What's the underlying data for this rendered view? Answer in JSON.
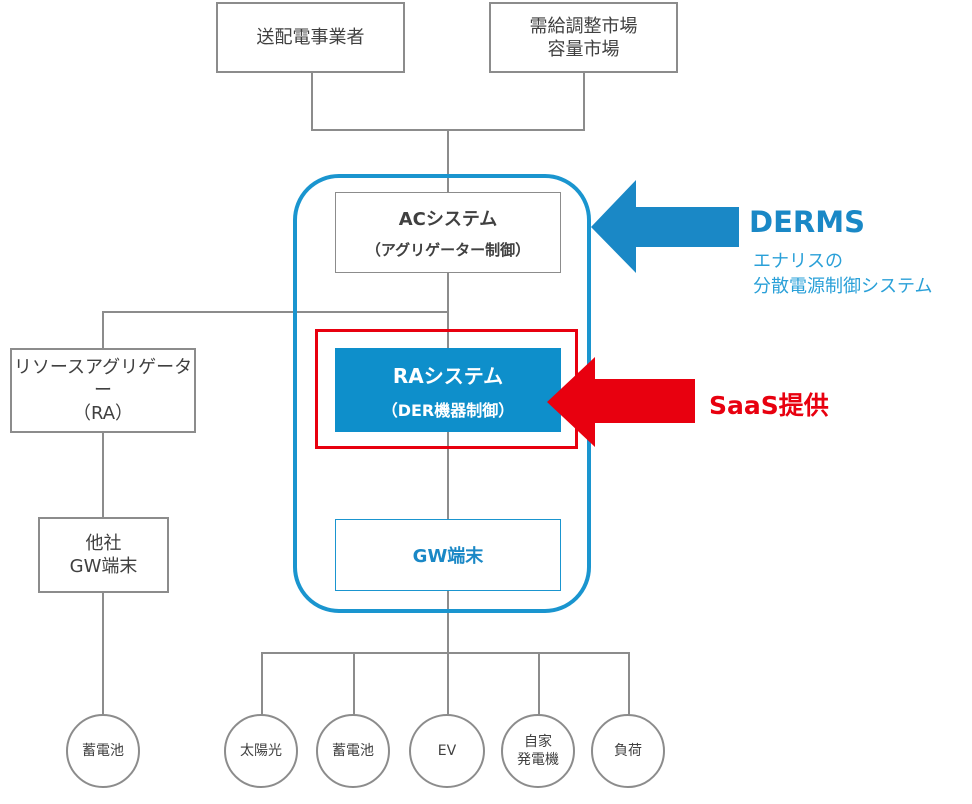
{
  "nodes": {
    "tso": {
      "label": "送配電事業者"
    },
    "market": {
      "line1": "需給調整市場",
      "line2": "容量市場"
    },
    "ac_system": {
      "title": "ACシステム",
      "subtitle": "（アグリゲーター制御）"
    },
    "ra_system": {
      "title": "RAシステム",
      "subtitle": "（DER機器制御）"
    },
    "gw_terminal": {
      "label": "GW端末"
    },
    "resource_aggregator": {
      "line1": "リソースアグリゲーター",
      "line2": "（RA）"
    },
    "other_gw": {
      "line1": "他社",
      "line2": "GW端末"
    }
  },
  "devices": {
    "left_battery": {
      "label": "蓄電池"
    },
    "items": [
      {
        "line1": "太陽光",
        "line2": ""
      },
      {
        "line1": "蓄電池",
        "line2": ""
      },
      {
        "line1": "EV",
        "line2": ""
      },
      {
        "line1": "自家",
        "line2": "発電機"
      },
      {
        "line1": "負荷",
        "line2": ""
      }
    ]
  },
  "callouts": {
    "derms": {
      "title": "DERMS",
      "desc_line1": "エナリスの",
      "desc_line2": "分散電源制御システム"
    },
    "saas": {
      "label": "SaaS提供"
    }
  },
  "colors": {
    "blue": "#1a95cf",
    "blue_fill": "#0e8fcb",
    "red": "#e8000f",
    "gray_line": "#8c8c8c",
    "text": "#404040"
  }
}
